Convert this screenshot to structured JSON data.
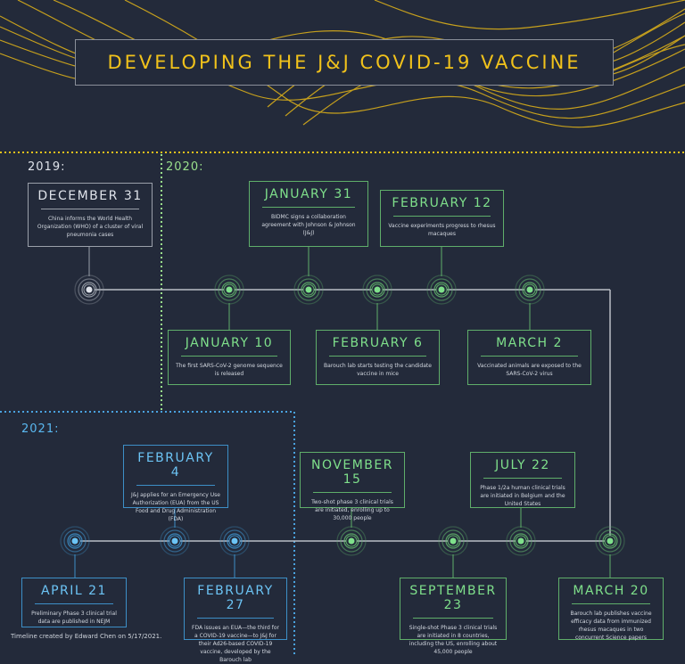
{
  "title": "DEVELOPING THE J&J COVID-19 VACCINE",
  "years": {
    "y2019": "2019:",
    "y2020": "2020:",
    "y2021": "2021:"
  },
  "events": {
    "dec31": {
      "date": "DECEMBER 31",
      "desc": "China informs the World Health Organization (WHO) of a cluster of viral pneumonia cases"
    },
    "jan31": {
      "date": "JANUARY 31",
      "desc": "BIDMC signs a collaboration agreement with Johnson & Johnson (J&J)"
    },
    "feb12": {
      "date": "FEBRUARY 12",
      "desc": "Vaccine experiments progress to rhesus macaques"
    },
    "jan10": {
      "date": "JANUARY 10",
      "desc": "The first SARS-CoV-2 genome sequence is released"
    },
    "feb6": {
      "date": "FEBRUARY 6",
      "desc": "Barouch lab starts testing the candidate vaccine in mice"
    },
    "mar2": {
      "date": "MARCH 2",
      "desc": "Vaccinated animals are exposed to the SARS-CoV-2 virus"
    },
    "feb4": {
      "date": "FEBRUARY 4",
      "desc": "J&J applies for an Emergency Use Authorization (EUA) from the US Food and Drug Administration (FDA)"
    },
    "nov15": {
      "date": "NOVEMBER 15",
      "desc": "Two-shot phase 3 clinical trials are initiated, enrolling up to 30,000 people"
    },
    "jul22": {
      "date": "JULY 22",
      "desc": "Phase 1/2a human clinical trials are initiated in Belgium and the United States"
    },
    "apr21": {
      "date": "APRIL 21",
      "desc": "Preliminary Phase 3 clinical trial data are published in NEJM"
    },
    "feb27": {
      "date": "FEBRUARY 27",
      "desc": "FDA issues an EUA—the third for a COVID-19 vaccine—to J&J for their Ad26-based COVID-19 vaccine, developed by the Barouch lab"
    },
    "sep23": {
      "date": "SEPTEMBER 23",
      "desc": "Single-shot Phase 3 clinical trials are initiated in 8 countries, including the US, enrolling about 45,000 people"
    },
    "mar20": {
      "date": "MARCH 20",
      "desc": "Barouch lab publishes vaccine efficacy data from immunized rhesus macaques in two concurrent Science papers"
    }
  },
  "credit": "Timeline created by Edward Chen on 5/17/2021.",
  "colors": {
    "gold": "#f1c21b",
    "green": "#7fe08b",
    "blue": "#6cc4f5",
    "background": "#232a3a"
  }
}
